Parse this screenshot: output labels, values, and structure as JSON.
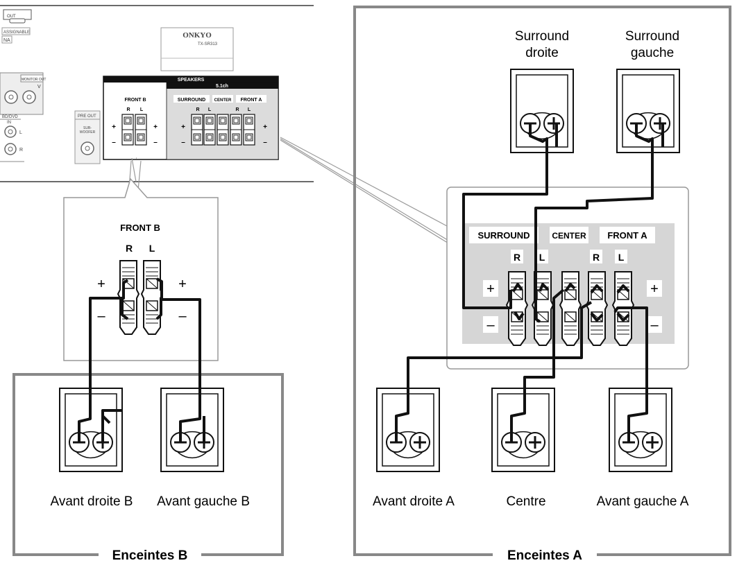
{
  "receiver": {
    "brand": "ONKYO",
    "model": "TX-SR313",
    "speakers_header": "SPEAKERS",
    "channel_label": "5.1ch",
    "front_b_label": "FRONT B",
    "surround_label": "SURROUND",
    "center_label": "CENTER",
    "front_a_label": "FRONT A",
    "pre_out_label": "PRE OUT",
    "subwoofer_label": "SUB-\nWOOFER",
    "out_label": "OUT",
    "assignable_label": "ASSIGNABLE",
    "na_label": "NA",
    "monitor_out_label": "MONITOR OUT",
    "v_label": "V",
    "bd_dvd_label": "BD/DVD",
    "in_label": "IN",
    "l_label": "L",
    "r_label": "R"
  },
  "terminal_letters": {
    "right": "R",
    "left": "L",
    "plus": "+",
    "minus": "–"
  },
  "zoom_front_b": {
    "title": "FRONT B"
  },
  "zoom_front_a": {
    "surround": "SURROUND",
    "center": "CENTER",
    "front_a": "FRONT A"
  },
  "speakers": {
    "surround_right": [
      "Surround",
      "droite"
    ],
    "surround_left": [
      "Surround",
      "gauche"
    ],
    "front_right_b": "Avant droite B",
    "front_left_b": "Avant gauche B",
    "front_right_a": "Avant droite A",
    "center": "Centre",
    "front_left_a": "Avant gauche A"
  },
  "groups": {
    "speakers_b": "Enceintes B",
    "speakers_a": "Enceintes A"
  },
  "colors": {
    "line": "#111111",
    "frame": "#888888",
    "panel_gray": "#d6d6d6",
    "zoom_border": "#9a9a9a"
  }
}
